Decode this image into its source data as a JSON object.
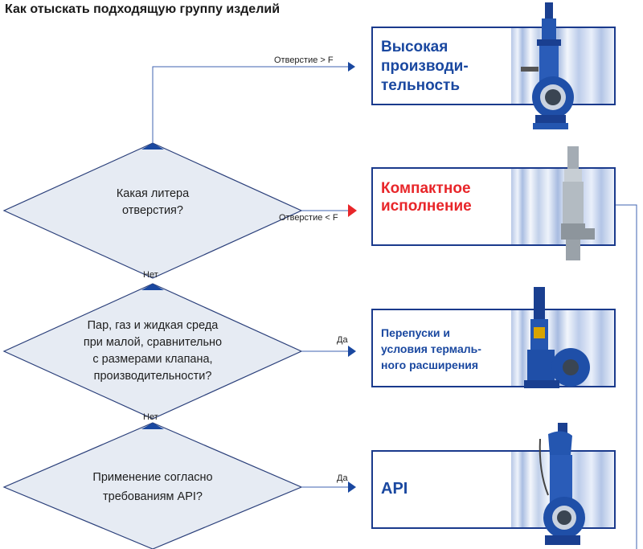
{
  "title": "Как отыскать подходящую группу изделий",
  "decisions": [
    {
      "lines": [
        "Какая литера",
        "отверстия?"
      ]
    },
    {
      "lines": [
        "Пар, газ и жидкая среда",
        "при малой, сравнительно",
        "с размерами клапана,",
        "производительности?"
      ]
    },
    {
      "lines": [
        "Применение согласно",
        "требованиям API?"
      ]
    }
  ],
  "edge_labels": {
    "orifice_gt": "Отверстие > F",
    "orifice_lt": "Отверстие < F",
    "no_1": "Нет",
    "no_2": "Нет",
    "yes_1": "Да",
    "yes_2": "Да"
  },
  "products": [
    {
      "lines": [
        "Высокая",
        "производи-",
        "тельность"
      ],
      "color": "#1a48a0"
    },
    {
      "lines": [
        "Компактное",
        "исполнение"
      ],
      "color": "#e8262a"
    },
    {
      "lines": [
        "Перепуски и",
        "условия термаль-",
        "ного расширения"
      ],
      "color": "#1a48a0"
    },
    {
      "lines": [
        "API"
      ],
      "color": "#1a48a0"
    }
  ],
  "colors": {
    "diamond_fill": "#e6ebf3",
    "diamond_stroke": "#2a3f7a",
    "connector": "#3f63b0",
    "valve_blue": "#1f4fa8",
    "arrow_red": "#e8262a"
  },
  "icons": [
    "safety-valve-high-capacity",
    "safety-valve-compact-steel",
    "safety-valve-bypass",
    "safety-valve-api"
  ]
}
